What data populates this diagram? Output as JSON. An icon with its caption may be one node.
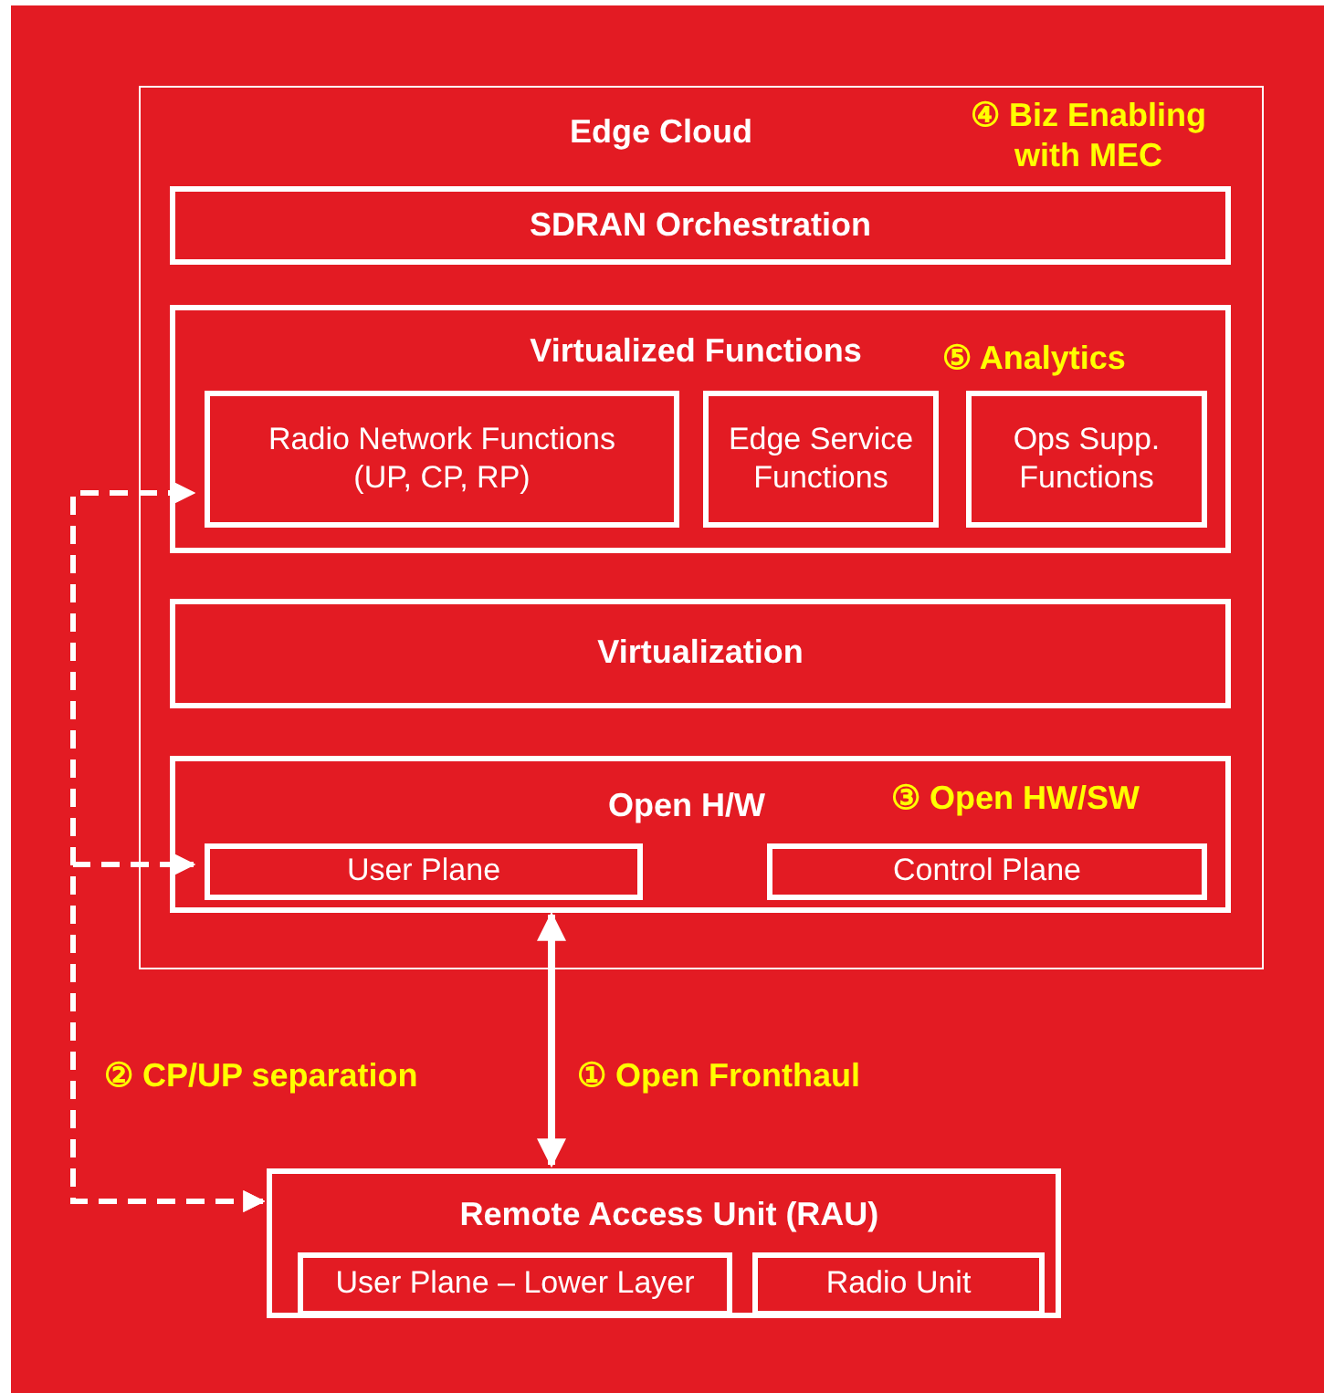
{
  "diagram": {
    "nodes": [
      {
        "text": [
          "Edge Cloud"
        ]
      },
      {
        "text": [
          "SDRAN Orchestration"
        ],
        "in": 0
      },
      {
        "text": [
          "Virtualized Functions"
        ],
        "in": 0
      },
      {
        "text": [
          "Radio Network Functions (UP, CP, RP)"
        ],
        "in": 2
      },
      {
        "text": [
          "Edge Service Functions"
        ],
        "in": 2
      },
      {
        "text": [
          "Ops Supp. Functions"
        ],
        "in": 2
      },
      {
        "text": [
          "Virtualization"
        ],
        "in": 0
      },
      {
        "text": [
          "Open H/W"
        ],
        "in": 0
      },
      {
        "text": [
          "User Plane"
        ],
        "in": 7
      },
      {
        "text": [
          "Control Plane"
        ],
        "in": 7
      },
      {
        "text": [
          "Remote Access Unit (RAU)"
        ]
      },
      {
        "text": [
          "User Plane – Lower Layer"
        ],
        "in": 10
      },
      {
        "text": [
          "Radio Unit"
        ],
        "in": 10
      }
    ],
    "edges": [
      {
        "from": 7,
        "to": 10,
        "arrow": "both"
      },
      {
        "from": 10,
        "to": 3,
        "arrow": "both",
        "style": "dashed"
      },
      {
        "from": 10,
        "to": 8,
        "arrow": "both",
        "style": "dashed"
      }
    ],
    "labels": [
      "④ Biz Enabling with MEC",
      "⑤ Analytics",
      "③ Open HW/SW",
      "② CP/UP separation",
      "① Open Fronthaul"
    ]
  }
}
